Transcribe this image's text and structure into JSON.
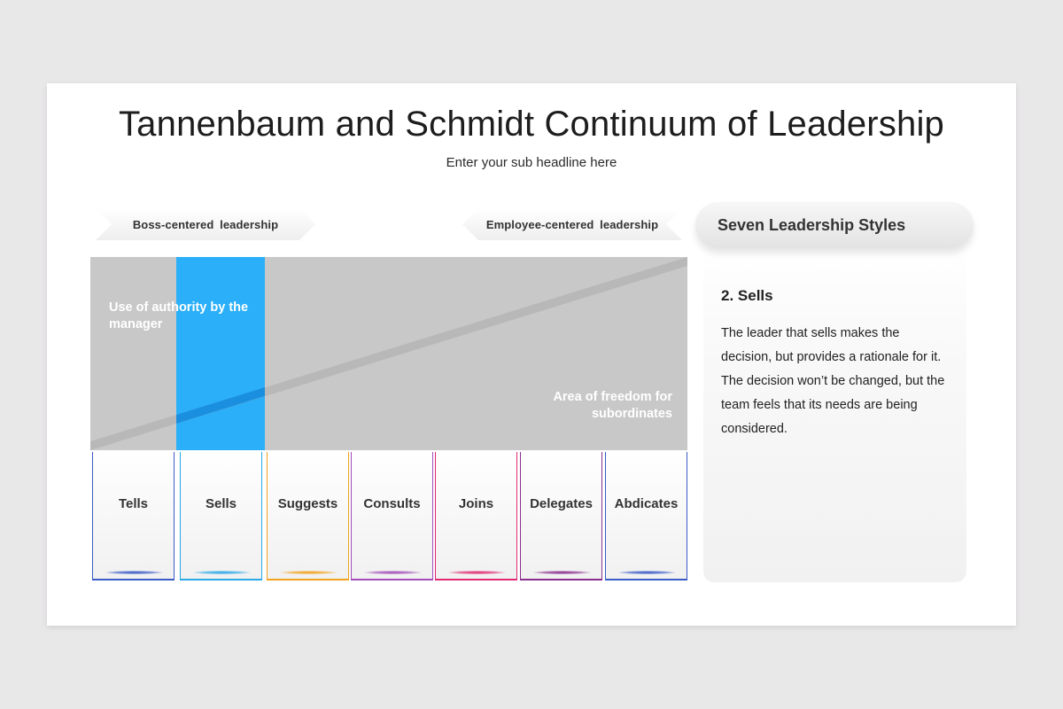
{
  "slide": {
    "title": "Tannenbaum and Schmidt Continuum of Leadership",
    "subtitle": "Enter your sub headline here"
  },
  "ribbons": {
    "left": "Boss-centered  leadership",
    "right": "Employee-centered  leadership"
  },
  "graph": {
    "top_label": "Use of authority by the manager",
    "bottom_label": "Area of freedom for subordinates",
    "highlight_index": 1,
    "highlight_color": "#2aaff8",
    "background_color": "#c8c8c8"
  },
  "styles": [
    {
      "label": "Tells",
      "color": "#3b5bc6"
    },
    {
      "label": "Sells",
      "color": "#2aa8e8"
    },
    {
      "label": "Suggests",
      "color": "#f2a320"
    },
    {
      "label": "Consults",
      "color": "#a24db8"
    },
    {
      "label": "Joins",
      "color": "#e02a73"
    },
    {
      "label": "Delegates",
      "color": "#8a2f8f"
    },
    {
      "label": "Abdicates",
      "color": "#3b5bc6"
    }
  ],
  "panel": {
    "header": "Seven Leadership Styles",
    "title": "2. Sells",
    "body": "The leader that sells makes the decision, but provides a rationale for it. The decision won’t be changed, but the team feels that its needs are being considered."
  }
}
